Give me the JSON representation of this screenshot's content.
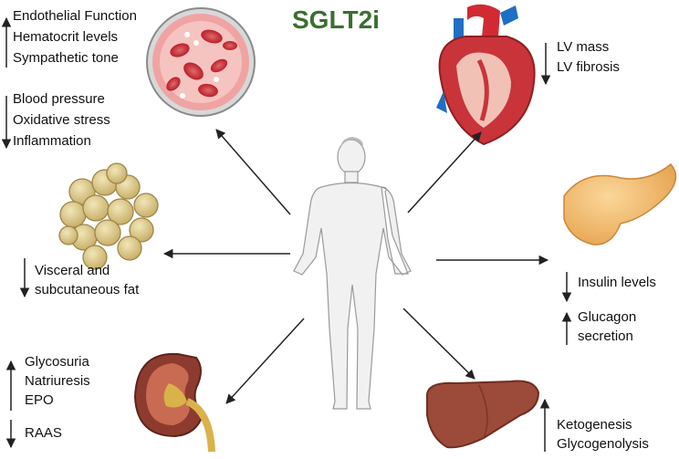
{
  "title": "SGLT2i",
  "vessel": {
    "up": [
      "Endothelial Function",
      "Hematocrit levels",
      "Sympathetic tone"
    ],
    "down": [
      "Blood pressure",
      "Oxidative stress",
      "Inflammation"
    ]
  },
  "heart": {
    "down": [
      "LV mass",
      "LV fibrosis"
    ]
  },
  "fat": {
    "down": [
      "Visceral and",
      "subcutaneous fat"
    ]
  },
  "pancreas": {
    "down": [
      "Insulin levels"
    ],
    "up": [
      "Glucagon",
      "secretion"
    ]
  },
  "kidney": {
    "up": [
      "Glycosuria",
      "Natriuresis",
      "EPO"
    ],
    "down": [
      "RAAS"
    ]
  },
  "liver": {
    "up": [
      "Ketogenesis",
      "Glycogenolysis"
    ]
  },
  "colors": {
    "title": "#3b6e2f",
    "arrow": "#222222"
  }
}
